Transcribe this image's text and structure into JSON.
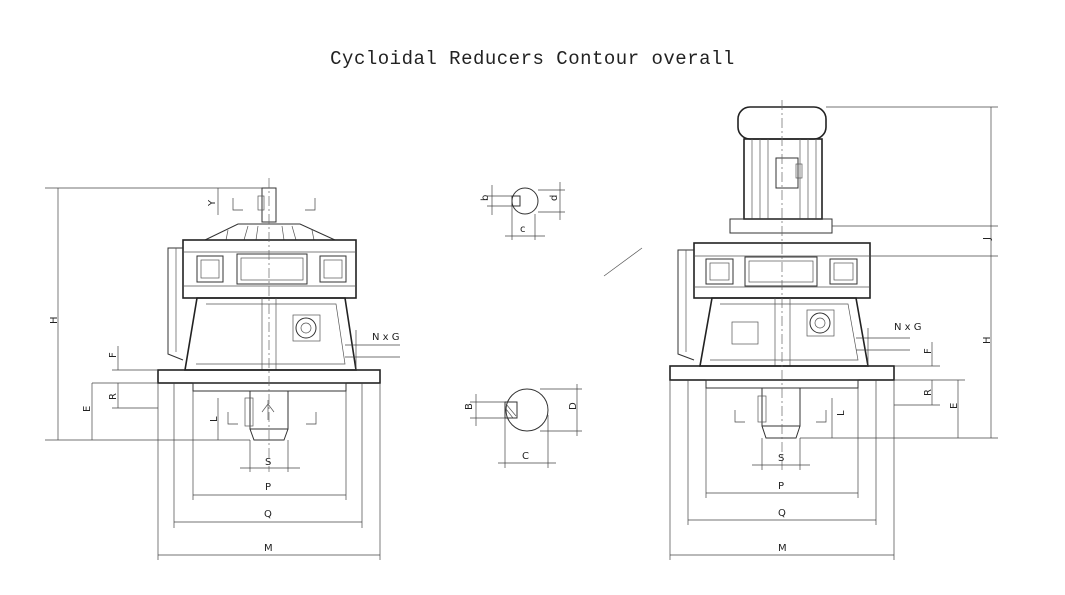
{
  "title": "Cycloidal Reducers Contour overall",
  "left_view": {
    "labels": {
      "H": "H",
      "Y": "Y",
      "F": "F",
      "R": "R",
      "E": "E",
      "L": "L",
      "S": "S",
      "P": "P",
      "Q": "Q",
      "M": "M",
      "NxG": "N x G"
    }
  },
  "shaft_detail_top": {
    "labels": {
      "b": "b",
      "d": "d",
      "c": "c"
    }
  },
  "shaft_detail_bottom": {
    "labels": {
      "B": "B",
      "D": "D",
      "C": "C"
    }
  },
  "right_view": {
    "labels": {
      "J": "J",
      "H": "H",
      "F": "F",
      "R": "R",
      "E": "E",
      "L": "L",
      "S": "S",
      "P": "P",
      "Q": "Q",
      "M": "M",
      "NxG": "N x G"
    }
  }
}
